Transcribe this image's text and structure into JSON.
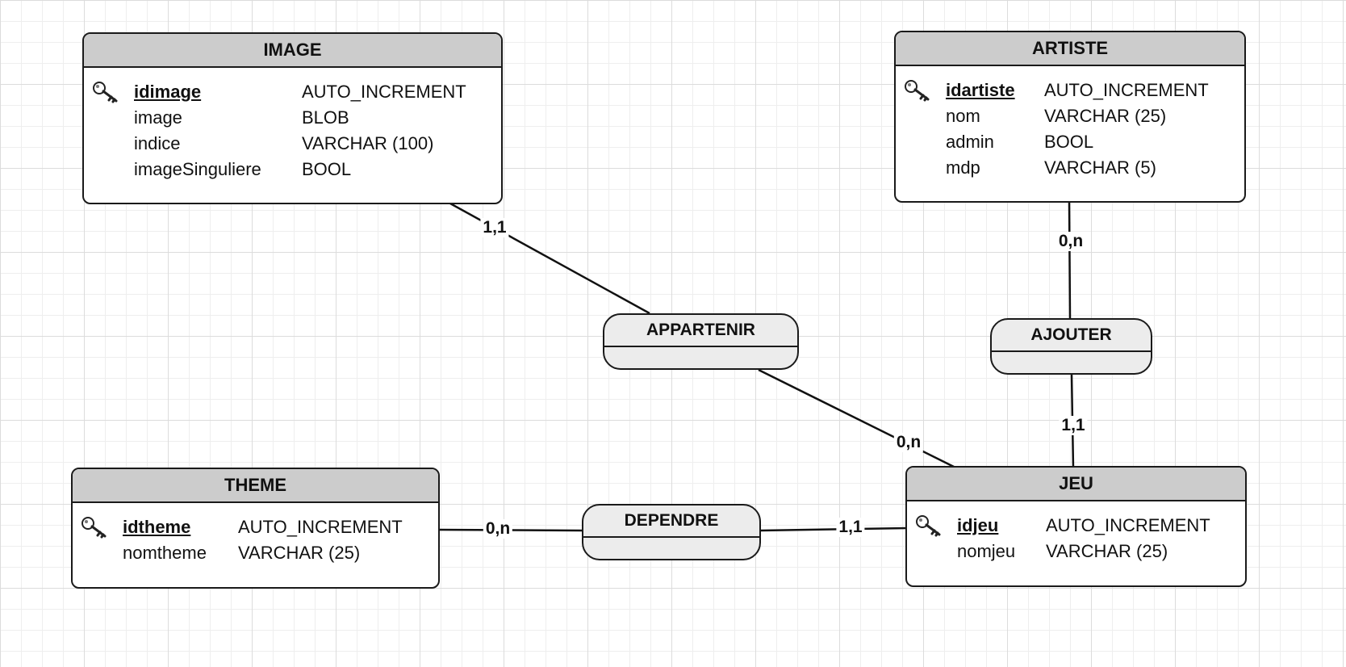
{
  "entities": {
    "image": {
      "title": "IMAGE",
      "attributes": [
        {
          "name": "idimage",
          "type": "AUTO_INCREMENT"
        },
        {
          "name": "image",
          "type": "BLOB"
        },
        {
          "name": "indice",
          "type": "VARCHAR (100)"
        },
        {
          "name": "imageSinguliere",
          "type": "BOOL"
        }
      ]
    },
    "artiste": {
      "title": "ARTISTE",
      "attributes": [
        {
          "name": "idartiste",
          "type": "AUTO_INCREMENT"
        },
        {
          "name": "nom",
          "type": "VARCHAR (25)"
        },
        {
          "name": "admin",
          "type": "BOOL"
        },
        {
          "name": "mdp",
          "type": "VARCHAR (5)"
        }
      ]
    },
    "theme": {
      "title": "THEME",
      "attributes": [
        {
          "name": "idtheme",
          "type": "AUTO_INCREMENT"
        },
        {
          "name": "nomtheme",
          "type": "VARCHAR (25)"
        }
      ]
    },
    "jeu": {
      "title": "JEU",
      "attributes": [
        {
          "name": "idjeu",
          "type": "AUTO_INCREMENT"
        },
        {
          "name": "nomjeu",
          "type": "VARCHAR (25)"
        }
      ]
    }
  },
  "relations": {
    "appartenir": {
      "title": "APPARTENIR",
      "card_image": "1,1",
      "card_jeu": "0,n"
    },
    "ajouter": {
      "title": "AJOUTER",
      "card_artiste": "0,n",
      "card_jeu": "1,1"
    },
    "dependre": {
      "title": "DEPENDRE",
      "card_theme": "0,n",
      "card_jeu": "1,1"
    }
  },
  "icons": {
    "primary_key": "key-icon"
  },
  "colors": {
    "entity_header": "#cccccc",
    "relation_fill": "#ececec",
    "border": "#1a1a1a",
    "grid": "#dcdcdc"
  }
}
